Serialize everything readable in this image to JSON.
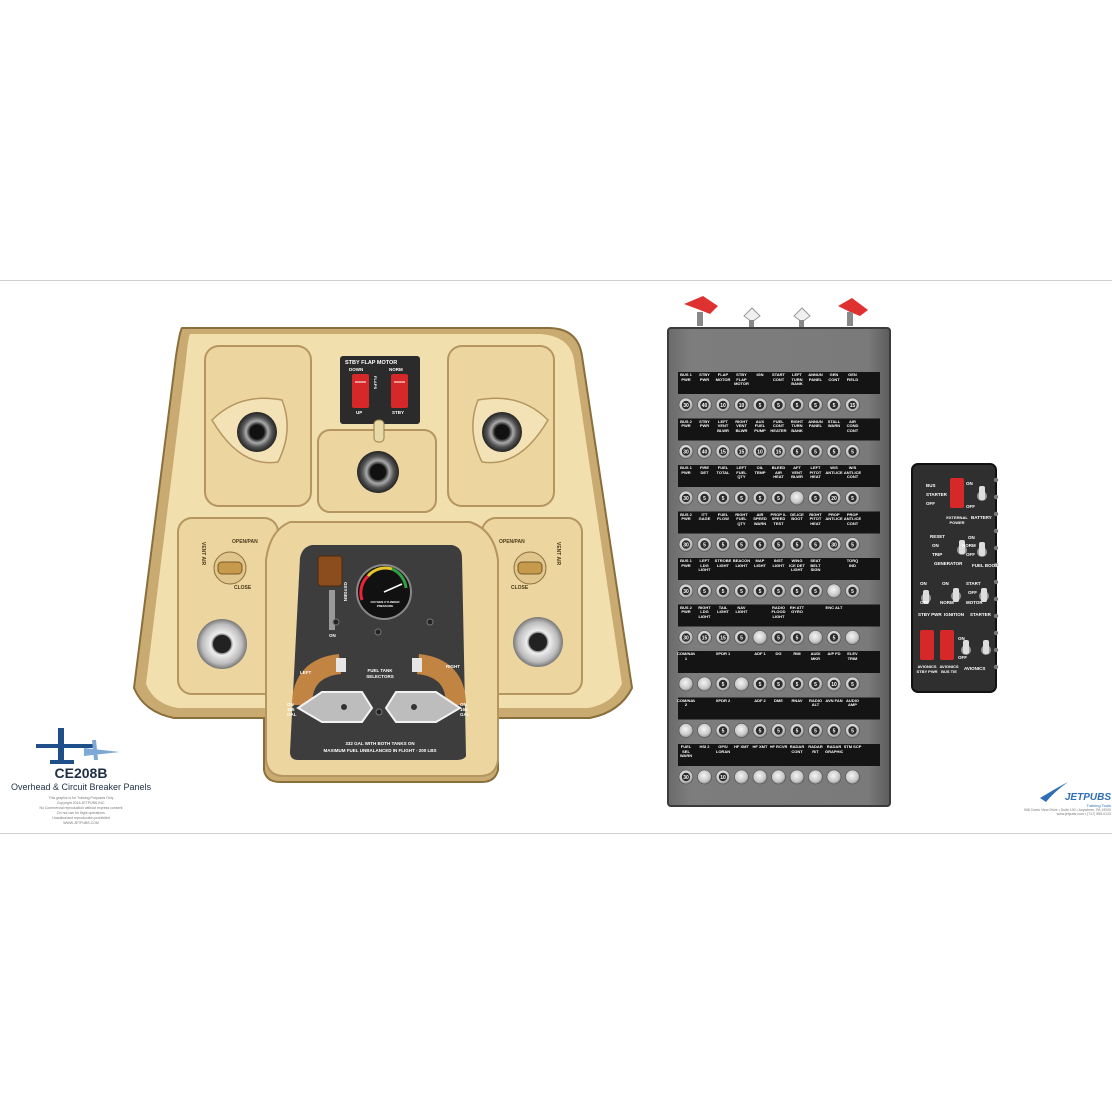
{
  "title": {
    "model": "CE208B",
    "subtitle": "Overhead & Circuit Breaker Panels",
    "fine_print": [
      "This graphic is for Training Purposes Only",
      "Copyright 2016 JETPUBS INC.",
      "No Commercial reproduction without express consent",
      "Do not use for flight operations",
      "Unauthorized reproduction prohibited",
      "WWW.JETPUBS.COM"
    ]
  },
  "publisher": {
    "name": "JETPUBS",
    "tagline": "Training Tools",
    "address": "908 Creek View Drive • Suite 100 • Anywhere, PA 19000",
    "web": "www.jetpubs.com • (717) 555-0123"
  },
  "overhead": {
    "flap_title": "STBY FLAP MOTOR",
    "flap_down": "DOWN",
    "flap_norm": "NORM",
    "flap_up": "UP",
    "flap_stby": "STBY",
    "flap_vertical": "FLAPS",
    "vent_left": {
      "vertical": "VENT AIR",
      "open": "OPEN/PAN",
      "close": "CLOSE"
    },
    "vent_right": {
      "vertical": "VENT AIR",
      "open": "OPEN/PAN",
      "close": "CLOSE"
    },
    "oxygen_label": "OXYGEN",
    "oxygen_on": "ON",
    "gauge_label": "OXYGEN CYLINDER PRESSURE",
    "fuel_title": "FUEL TANK SELECTORS",
    "fuel_left": "LEFT",
    "fuel_right": "RIGHT",
    "fuel_left_cap": "ON 165 GAL",
    "fuel_right_cap": "ON 165 GAL",
    "fuel_note1": "332 GAL WITH BOTH TANKS ON",
    "fuel_note2": "MAXIMUM FUEL UNBALANCED IN FLIGHT - 200 LBS"
  },
  "cb_panel": {
    "rows": [
      {
        "labels": [
          "BUS 1 PWR",
          "STBY PWR",
          "FLAP MOTOR",
          "STBY FLAP MOTOR",
          "IGN",
          "START CONT",
          "LEFT TURN BANK",
          "ANNUN PANEL",
          "GEN CONT",
          "GEN FIELD"
        ],
        "ratings": [
          "30",
          "40",
          "10",
          "10",
          "5",
          "5",
          "5",
          "5",
          "5",
          "15"
        ]
      },
      {
        "labels": [
          "BUS 2 PWR",
          "STBY PWR",
          "LEFT VENT BLWR",
          "RIGHT VENT BLWR",
          "AUX FUEL PUMP",
          "FUEL CONT HEATER",
          "RIGHT TURN BANK",
          "ANNUN PANEL",
          "STALL WARN",
          "AIR COND CONT"
        ],
        "ratings": [
          "30",
          "40",
          "15",
          "15",
          "10",
          "15",
          "5",
          "5",
          "5",
          "5"
        ]
      },
      {
        "labels": [
          "BUS 1 PWR",
          "FIRE DET",
          "FUEL TOTAL",
          "LEFT FUEL QTY",
          "OIL TEMP",
          "BLEED AIR HEAT",
          "AFT VENT BLWR",
          "LEFT PITOT HEAT",
          "W/S ANTI-ICE",
          "W/S ANTI-ICE CONT"
        ],
        "ratings": [
          "30",
          "5",
          "5",
          "5",
          "5",
          "5",
          "",
          "5",
          "20",
          "5"
        ]
      },
      {
        "labels": [
          "BUS 2 PWR",
          "ITT GAGE",
          "FUEL FLOW",
          "RIGHT FUEL QTY",
          "AIR SPEED WARN",
          "PROP 0-SPEED TEST",
          "DE-ICE BOOT",
          "RIGHT PITOT HEAT",
          "PROP ANTI-ICE",
          "PROP ANTI-ICE CONT"
        ],
        "ratings": [
          "30",
          "5",
          "5",
          "5",
          "5",
          "5",
          "5",
          "5",
          "30",
          "5"
        ]
      },
      {
        "labels": [
          "BUS 1 PWR",
          "LEFT LDG LIGHT",
          "STROBE LIGHT",
          "BEACON LIGHT",
          "MAP LIGHT",
          "INST LIGHT",
          "WING ICE DET LIGHT",
          "SEAT BELT SIGN",
          "",
          "TORQ IND"
        ],
        "ratings": [
          "30",
          "5",
          "5",
          "5",
          "5",
          "5",
          "5",
          "5",
          "",
          "5"
        ]
      },
      {
        "labels": [
          "BUS 2 PWR",
          "RIGHT LDG LIGHT",
          "TAIL LIGHT",
          "NAV LIGHT",
          "",
          "RADIO FLOOD LIGHT",
          "RH ATT GYRO",
          "",
          "ENC ALT",
          ""
        ],
        "ratings": [
          "30",
          "15",
          "15",
          "5",
          "",
          "5",
          "5",
          "",
          "5",
          ""
        ]
      },
      {
        "labels": [
          "COM/NAV 1",
          "",
          "XPDR 1",
          "",
          "ADF 1",
          "DG",
          "RMI",
          "AUDI MKR",
          "A/P FD",
          "ELEV TRIM"
        ],
        "ratings": [
          "",
          "",
          "5",
          "",
          "5",
          "5",
          "5",
          "5",
          "10",
          "5"
        ]
      },
      {
        "labels": [
          "COM/NAV 2",
          "",
          "XPDR 2",
          "",
          "ADF 2",
          "DME",
          "RNAV",
          "RADIO ALT",
          "AVN FAN",
          "AUDIO AMP"
        ],
        "ratings": [
          "",
          "",
          "5",
          "",
          "5",
          "5",
          "5",
          "5",
          "5",
          "5"
        ]
      },
      {
        "labels": [
          "FUEL SEL WARN",
          "HSI 2",
          "GPS/ LORAN",
          "HF XMT",
          "HF XMT",
          "HF RCVR",
          "RADAR CONT",
          "RADAR R/T",
          "RADAR GRAPHICS",
          "STM SCP"
        ],
        "ratings": [
          "30",
          "",
          "10",
          "",
          "",
          "",
          "",
          "",
          "",
          ""
        ]
      }
    ]
  },
  "switch_panel": {
    "bus": "BUS",
    "starter": "STARTER",
    "off": "OFF",
    "on": "ON",
    "battery": "BATTERY",
    "external_power": "EXTERNAL POWER",
    "reset": "RESET",
    "trip": "TRIP",
    "norm": "NORM",
    "generator": "GENERATOR",
    "fuel_boost": "FUEL BOOST",
    "stby_pwr": "STBY PWR",
    "ignition": "IGNITION",
    "start": "START",
    "motor": "MOTOR",
    "starter_label": "STARTER",
    "avionics_stby": "AVIONICS STBY PWR",
    "avionics_bus_tie": "AVIONICS BUS TIE",
    "avionics": "AVIONICS"
  }
}
